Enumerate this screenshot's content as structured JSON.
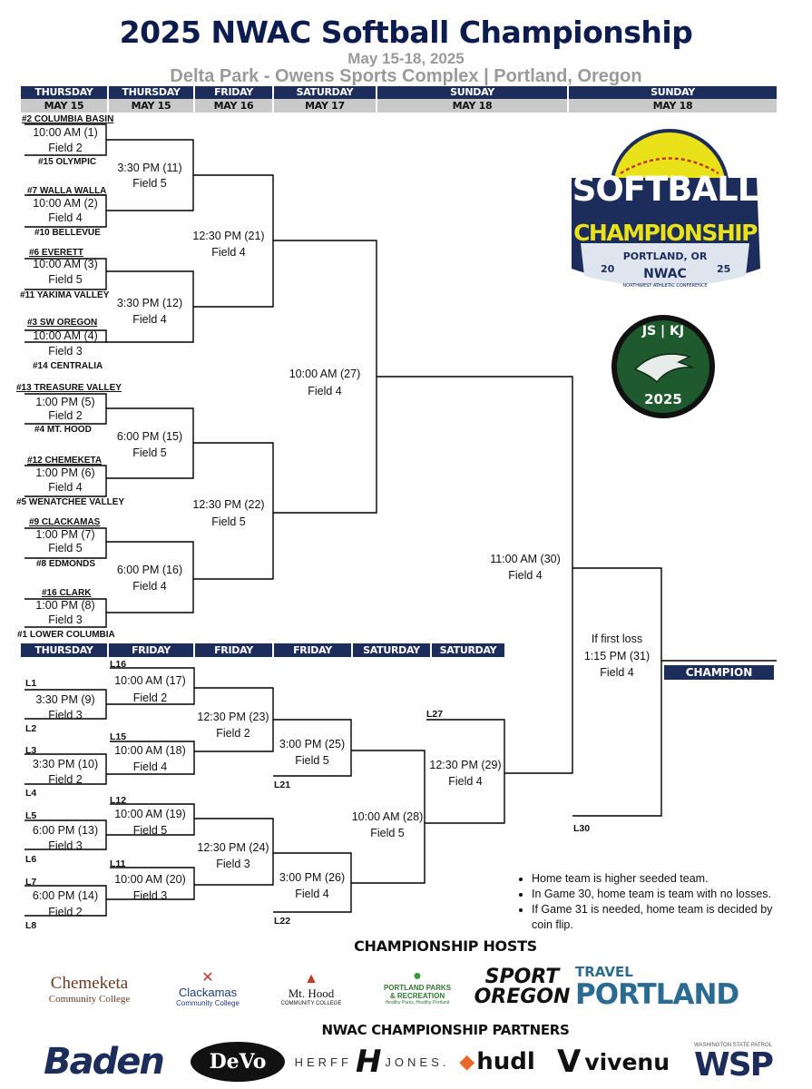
{
  "header": {
    "title": "2025 NWAC Softball Championship",
    "dates": "May 15-18, 2025",
    "venue": "Delta Park - Owens Sports Complex | Portland, Oregon"
  },
  "columns": [
    {
      "day": "THURSDAY",
      "date": "MAY 15"
    },
    {
      "day": "THURSDAY",
      "date": "MAY 15"
    },
    {
      "day": "FRIDAY",
      "date": "MAY 16"
    },
    {
      "day": "SATURDAY",
      "date": "MAY 17"
    },
    {
      "day": "SUNDAY",
      "date": "MAY 18"
    },
    {
      "day": "SUNDAY",
      "date": "MAY 18"
    }
  ],
  "lower_columns": [
    "THURSDAY",
    "FRIDAY",
    "FRIDAY",
    "FRIDAY",
    "SATURDAY",
    "SATURDAY"
  ],
  "teams": [
    "#2 COLUMBIA BASIN",
    "#15 OLYMPIC",
    "#7 WALLA WALLA",
    "#10 BELLEVUE",
    "#6 EVERETT",
    "#11 YAKIMA VALLEY",
    "#3 SW OREGON",
    "#14 CENTRALIA",
    "#13 TREASURE VALLEY",
    "#4 MT. HOOD",
    "#12 CHEMEKETA",
    "#5 WENATCHEE VALLEY",
    "#9 CLACKAMAS",
    "#8 EDMONDS",
    "#16 CLARK",
    "#1 LOWER COLUMBIA"
  ],
  "games": {
    "g1": {
      "time": "10:00 AM (1)",
      "field": "Field 2"
    },
    "g2": {
      "time": "10:00 AM (2)",
      "field": "Field 4"
    },
    "g3": {
      "time": "10:00 AM (3)",
      "field": "Field 5"
    },
    "g4": {
      "time": "10:00 AM (4)",
      "field": "Field 3"
    },
    "g5": {
      "time": "1:00 PM (5)",
      "field": "Field 2"
    },
    "g6": {
      "time": "1:00 PM (6)",
      "field": "Field 4"
    },
    "g7": {
      "time": "1:00 PM (7)",
      "field": "Field 5"
    },
    "g8": {
      "time": "1:00 PM (8)",
      "field": "Field 3"
    },
    "g11": {
      "time": "3:30 PM (11)",
      "field": "Field 5"
    },
    "g12": {
      "time": "3:30 PM (12)",
      "field": "Field 4"
    },
    "g15": {
      "time": "6:00 PM (15)",
      "field": "Field 5"
    },
    "g16": {
      "time": "6:00 PM (16)",
      "field": "Field 4"
    },
    "g21": {
      "time": "12:30 PM (21)",
      "field": "Field 4"
    },
    "g22": {
      "time": "12:30 PM (22)",
      "field": "Field 5"
    },
    "g27": {
      "time": "10:00 AM (27)",
      "field": "Field 4"
    },
    "g30": {
      "time": "11:00 AM (30)",
      "field": "Field 4"
    },
    "g31": {
      "note": "If first loss",
      "time": "1:15 PM (31)",
      "field": "Field 4"
    },
    "g9": {
      "time": "3:30 PM (9)",
      "field": "Field 3"
    },
    "g10": {
      "time": "3:30 PM (10)",
      "field": "Field 2"
    },
    "g13": {
      "time": "6:00 PM (13)",
      "field": "Field 3"
    },
    "g14": {
      "time": "6:00 PM (14)",
      "field": "Field 2"
    },
    "g17": {
      "time": "10:00 AM (17)",
      "field": "Field 2"
    },
    "g18": {
      "time": "10:00 AM (18)",
      "field": "Field 4"
    },
    "g19": {
      "time": "10:00 AM (19)",
      "field": "Field 5"
    },
    "g20": {
      "time": "10:00 AM (20)",
      "field": "Field 3"
    },
    "g23": {
      "time": "12:30 PM (23)",
      "field": "Field 2"
    },
    "g24": {
      "time": "12:30 PM (24)",
      "field": "Field 3"
    },
    "g25": {
      "time": "3:00 PM (25)",
      "field": "Field 5"
    },
    "g26": {
      "time": "3:00 PM (26)",
      "field": "Field 4"
    },
    "g28": {
      "time": "10:00 AM (28)",
      "field": "Field 5"
    },
    "g29": {
      "time": "12:30 PM (29)",
      "field": "Field 4"
    }
  },
  "loser_labels": {
    "L1": "L1",
    "L2": "L2",
    "L3": "L3",
    "L4": "L4",
    "L5": "L5",
    "L6": "L6",
    "L7": "L7",
    "L8": "L8",
    "L11": "L11",
    "L12": "L12",
    "L15": "L15",
    "L16": "L16",
    "L21": "L21",
    "L22": "L22",
    "L27": "L27",
    "L30": "L30"
  },
  "champion_label": "CHAMPION",
  "notes": [
    "Home team is higher seeded team.",
    "In Game 30, home team is team with no losses.",
    "If Game 31 is needed, home team is decided by coin flip."
  ],
  "logo_tournament": {
    "line1": "SOFTBALL",
    "line2": "CHAMPIONSHIP",
    "city": "PORTLAND, OR",
    "year_a": "20",
    "year_b": "25",
    "org": "NWAC",
    "org_sub": "NORTHWEST ATHLETIC CONFERENCE"
  },
  "logo_tribute": {
    "top": "JS | KJ",
    "year": "2025"
  },
  "hosts_title": "CHAMPIONSHIP HOSTS",
  "hosts": [
    {
      "name": "Chemeketa",
      "sub": "Community College"
    },
    {
      "name": "Clackamas",
      "sub": "Community College"
    },
    {
      "name": "Mt. Hood",
      "sub": "COMMUNITY COLLEGE"
    },
    {
      "name": "PORTLAND PARKS",
      "name2": "& RECREATION",
      "sub": "Healthy Parks, Healthy Portland"
    },
    {
      "name": "SPORT",
      "name2": "OREGON"
    },
    {
      "name": "TRAVEL",
      "name2": "PORTLAND"
    }
  ],
  "partners_title": "NWAC CHAMPIONSHIP PARTNERS",
  "partners": [
    {
      "name": "Baden"
    },
    {
      "name": "DeVo"
    },
    {
      "name": "HERFF",
      "name2": "JONES."
    },
    {
      "name": "hudl"
    },
    {
      "name": "vivenu"
    },
    {
      "name": "WSP",
      "sub": "WASHINGTON STATE PATROL"
    }
  ],
  "colors": {
    "navy": "#1d2d5b",
    "grey_band": "#c9c9c9",
    "title_navy": "#0d1c4e",
    "softball_yellow": "#e9e21a",
    "badge_green": "#1f5a2e"
  }
}
